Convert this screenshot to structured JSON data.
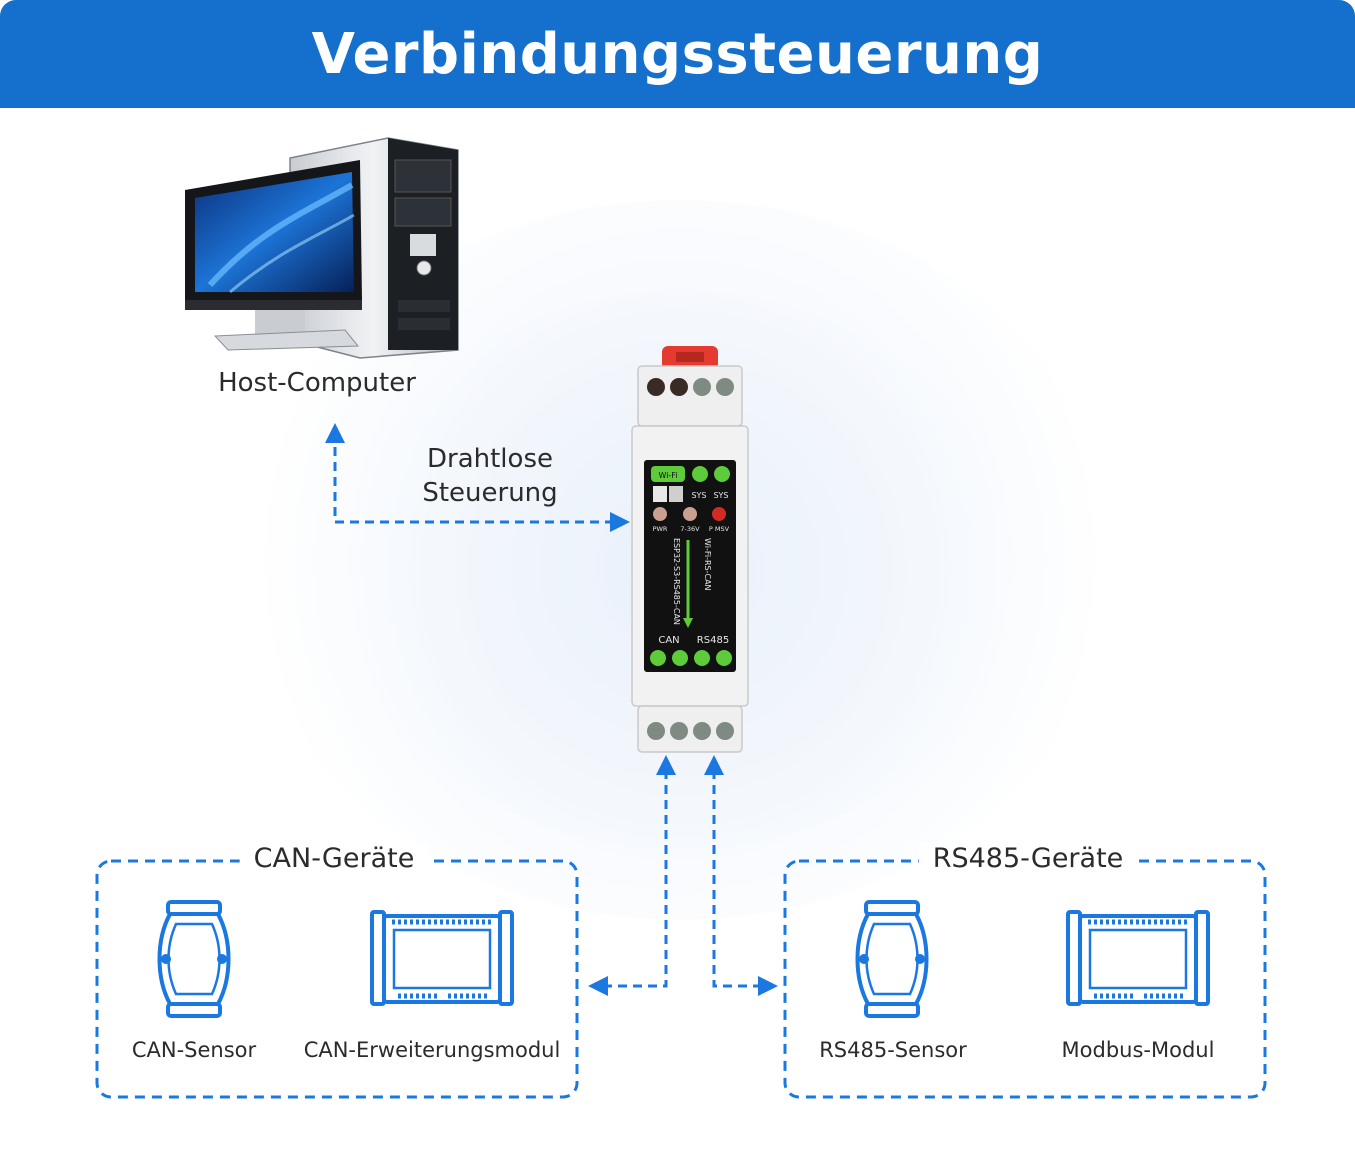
{
  "header": {
    "title": "Verbindungssteuerung"
  },
  "host": {
    "label": "Host-Computer"
  },
  "link": {
    "label_line1": "Drahtlose",
    "label_line2": "Steuerung"
  },
  "device": {
    "top_label": "Wi-Fi",
    "sys1": "SYS",
    "sys2": "SYS",
    "led_pwr": "PWR",
    "led_volt": "7-36V",
    "led_m": "P MSV",
    "vertical_left": "ESP32-S3-RS485-CAN",
    "vertical_right": "Wi-Fi-RS-CAN",
    "port_can": "CAN",
    "port_rs485": "RS485"
  },
  "groups": {
    "can": {
      "title": "CAN-Geräte",
      "item1": "CAN-Sensor",
      "item2": "CAN-Erweiterungsmodul"
    },
    "rs485": {
      "title": "RS485-Geräte",
      "item1": "RS485-Sensor",
      "item2": "Modbus-Modul"
    }
  },
  "colors": {
    "accent": "#1470cc",
    "dashed": "#1a78e0",
    "device_panel": "#111111",
    "device_green": "#5ecb3a",
    "clip_red": "#e53a2f"
  }
}
